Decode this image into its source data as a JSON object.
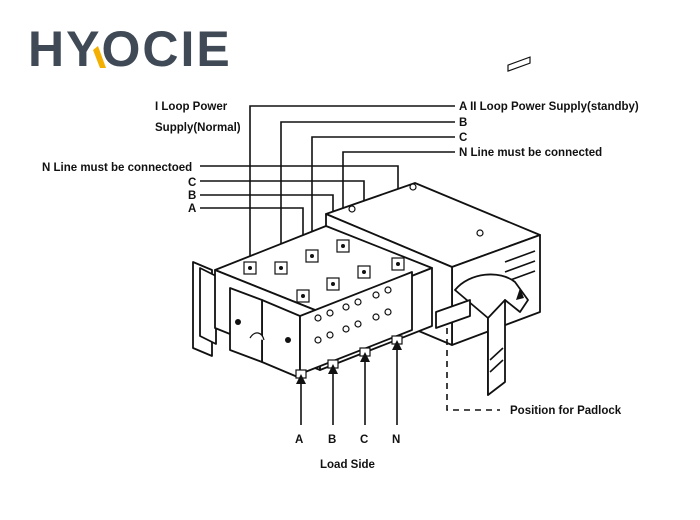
{
  "logo": {
    "letters": [
      "H",
      "Y",
      "O",
      "C",
      "I",
      "E"
    ],
    "text_color": "#3f4a56",
    "accent_color": "#f4b000"
  },
  "labels": {
    "loop1_line1": "I Loop Power",
    "loop1_line2": "Supply(Normal)",
    "loop2": "A II Loop Power Supply(standby)",
    "loop2_b": "B",
    "loop2_c": "C",
    "loop2_n": "N Line must be connected",
    "n_left": "N Line must be connectoed",
    "left_c": "C",
    "left_b": "B",
    "left_a": "A",
    "padlock": "Position for Padlock",
    "bottom_a": "A",
    "bottom_b": "B",
    "bottom_c": "C",
    "bottom_n": "N",
    "load_side": "Load Side"
  }
}
